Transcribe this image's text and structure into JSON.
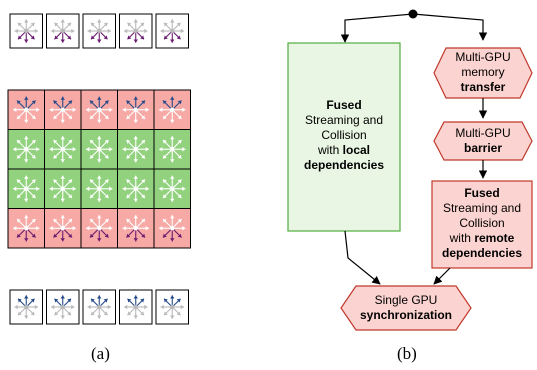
{
  "captions": {
    "a": "(a)",
    "b": "(b)"
  },
  "lattice_a": {
    "top_ghost_row": {
      "cells": 5,
      "kind": "ghost"
    },
    "rows": [
      "remote",
      "local",
      "local",
      "remote"
    ],
    "bottom_ghost_row": {
      "cells": 5,
      "kind": "ghost"
    },
    "columns": 5
  },
  "flow_b": {
    "local_box": {
      "line1": "Fused",
      "line2": "Streaming and",
      "line3": "Collision",
      "line4a": "with ",
      "line4b": "local",
      "line5": "dependencies"
    },
    "memcpy": {
      "line1": "Multi-GPU",
      "line2": "memory",
      "line3": "transfer"
    },
    "barrier": {
      "line1": "Multi-GPU",
      "line2": "barrier"
    },
    "remote_box": {
      "line1": "Fused",
      "line2": "Streaming and",
      "line3": "Collision",
      "line4a": "with ",
      "line4b": "remote",
      "line5": "dependencies"
    },
    "sync": {
      "line1": "Single GPU",
      "line2": "synchronization"
    }
  },
  "colors": {
    "remote_fill": "#f6a9a5",
    "local_fill": "#92d27f",
    "ghost_fill": "#ffffff",
    "flow_local_fill": "#e8f6e3",
    "flow_local_stroke": "#4fae3d",
    "flow_remote_fill": "#fbd3d0",
    "flow_remote_stroke": "#c0392b",
    "arrow_purple": "#6a1b70",
    "arrow_blue": "#254a8a",
    "arrow_white": "#ffffff",
    "arrow_grey": "#b9b9b9"
  }
}
